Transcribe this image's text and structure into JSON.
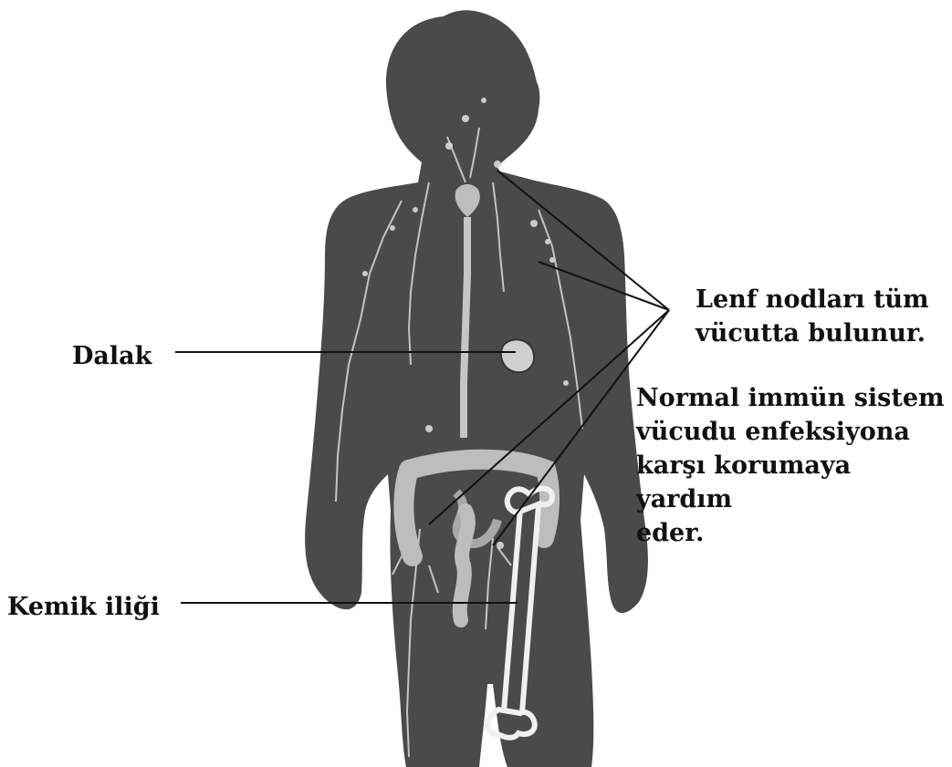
{
  "labels": {
    "spleen": "Dalak",
    "bone_marrow": "Kemik iliği",
    "lymph_nodes_line1": "Lenf nodları tüm",
    "lymph_nodes_line2": "vücutta bulunur.",
    "immune_line1": "Normal immün sistem",
    "immune_line2": "vücudu enfeksiyona",
    "immune_line3": "karşı korumaya yardım",
    "immune_line4": "eder."
  },
  "colors": {
    "body": "#4a4a4a",
    "lymph": "#d9d9d9",
    "text": "#111111",
    "background": "#ffffff"
  }
}
